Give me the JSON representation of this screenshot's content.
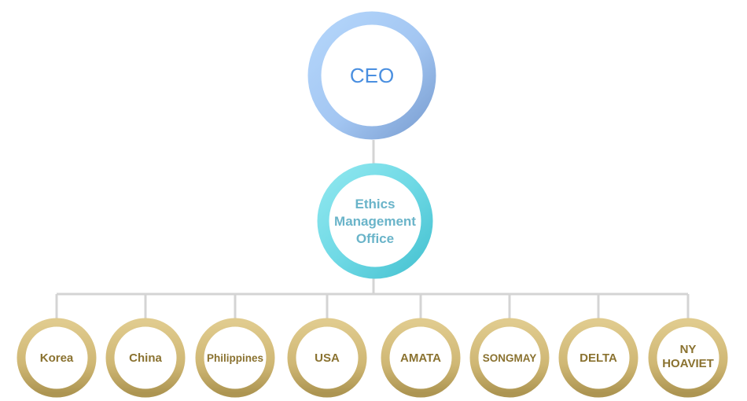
{
  "colors": {
    "ceo_ring_light": "#a9cdf7",
    "ceo_ring_dark": "#7fa5d6",
    "ceo_text": "#4a8fe0",
    "ethics_ring_light": "#86e3ec",
    "ethics_ring_dark": "#4cc8d6",
    "ethics_text": "#6ab4c9",
    "branch_ring_light": "#dcc789",
    "branch_ring_dark": "#b49d5c",
    "branch_text": "#8a7230",
    "connector": "#d4d4d4"
  },
  "ceo": {
    "label": "CEO"
  },
  "ethics": {
    "lines": [
      "Ethics",
      "Management",
      "Office"
    ]
  },
  "branches": [
    {
      "lines": [
        "Korea"
      ]
    },
    {
      "lines": [
        "China"
      ]
    },
    {
      "lines": [
        "Philippines"
      ]
    },
    {
      "lines": [
        "USA"
      ]
    },
    {
      "lines": [
        "AMATA"
      ]
    },
    {
      "lines": [
        "SONGMAY"
      ]
    },
    {
      "lines": [
        "DELTA"
      ]
    },
    {
      "lines": [
        "NY",
        "HOAVIET"
      ]
    }
  ]
}
